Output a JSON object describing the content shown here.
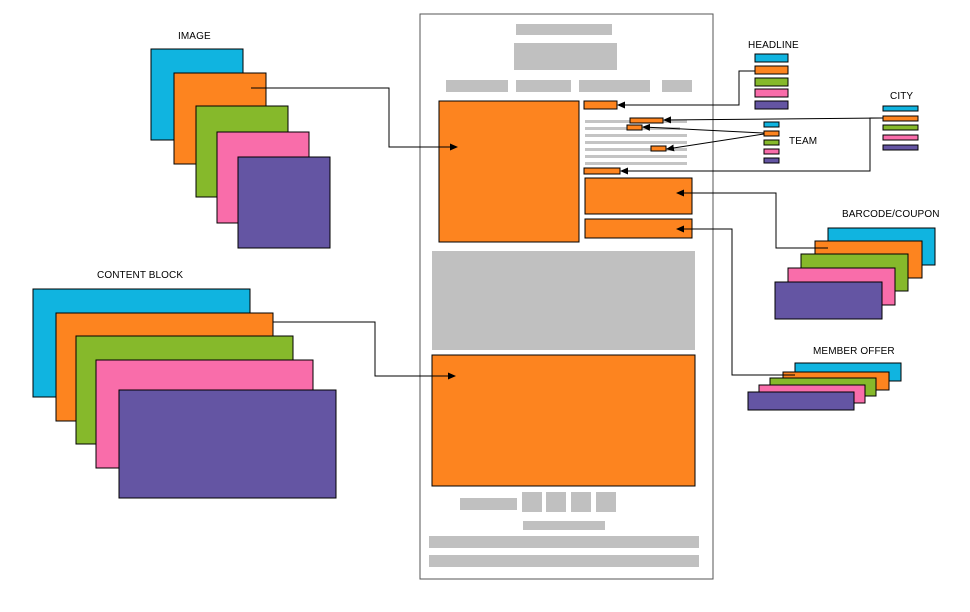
{
  "labels": {
    "image": "IMAGE",
    "content_block": "CONTENT BLOCK",
    "headline": "HEADLINE",
    "city": "CITY",
    "team": "TEAM",
    "barcode_coupon": "BARCODE/COUPON",
    "member_offer": "MEMBER OFFER"
  },
  "colors": {
    "cyan": "#10b4e0",
    "orange": "#fd841f",
    "green": "#86b92b",
    "pink": "#f96daa",
    "purple": "#6455a3",
    "placeholder_gray": "#c0c0c0",
    "text_line_gray": "#c4c4c4",
    "email_border": "#555555"
  },
  "variant_stack_order": [
    "cyan",
    "orange",
    "green",
    "pink",
    "purple"
  ]
}
